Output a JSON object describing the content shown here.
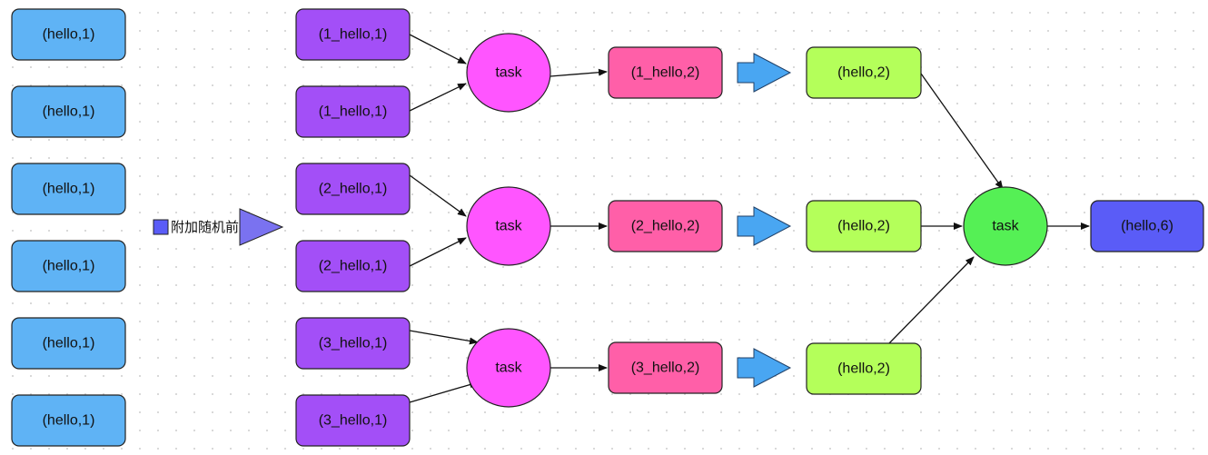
{
  "colors": {
    "source_fill": "#5fb3f5",
    "prefixed_fill": "#a34ff7",
    "task_fill": "#ff55ff",
    "partial_fill": "#ff5fa8",
    "arrow_fill": "#49a6f2",
    "stripped_fill": "#b4ff5a",
    "final_task_fill": "#55f055",
    "result_fill": "#5a5cf7",
    "stroke": "#222222"
  },
  "source_words": [
    "(hello,1)",
    "(hello,1)",
    "(hello,1)",
    "(hello,1)",
    "(hello,1)",
    "(hello,1)"
  ],
  "prefix_step_label": "附加随机前缀",
  "prefixed_words": [
    "(1_hello,1)",
    "(1_hello,1)",
    "(2_hello,1)",
    "(2_hello,1)",
    "(3_hello,1)",
    "(3_hello,1)"
  ],
  "first_tasks": [
    "task",
    "task",
    "task"
  ],
  "partial_results": [
    "(1_hello,2)",
    "(2_hello,2)",
    "(3_hello,2)"
  ],
  "stripped_results": [
    "(hello,2)",
    "(hello,2)",
    "(hello,2)"
  ],
  "final_task": "task",
  "final_result": "(hello,6)"
}
